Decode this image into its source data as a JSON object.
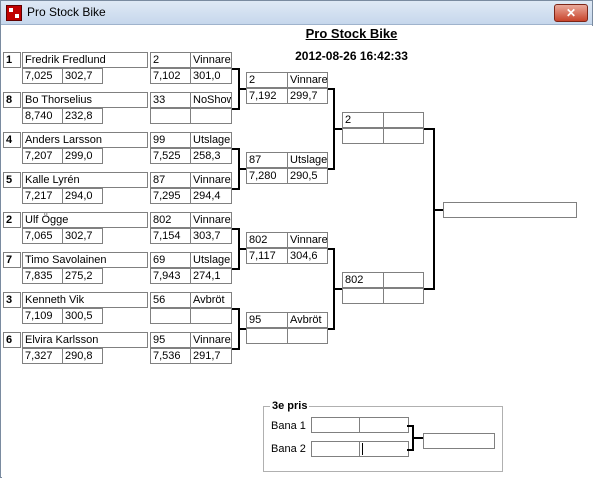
{
  "window": {
    "title": "Pro Stock Bike",
    "close_glyph": "✕"
  },
  "event": {
    "title": "Pro Stock Bike",
    "datetime": "2012-08-26 16:42:33"
  },
  "round1": [
    {
      "seed": "1",
      "name": "Fredrik Fredlund",
      "rt": "7,025",
      "speed": "302,7"
    },
    {
      "seed": "8",
      "name": "Bo Thorselius",
      "rt": "8,740",
      "speed": "232,8"
    },
    {
      "seed": "4",
      "name": "Anders Larsson",
      "rt": "7,207",
      "speed": "299,0"
    },
    {
      "seed": "5",
      "name": "Kalle Lyrén",
      "rt": "7,217",
      "speed": "294,0"
    },
    {
      "seed": "2",
      "name": "Ulf Ögge",
      "rt": "7,065",
      "speed": "302,7"
    },
    {
      "seed": "7",
      "name": "Timo Savolainen",
      "rt": "7,835",
      "speed": "275,2"
    },
    {
      "seed": "3",
      "name": "Kenneth Vik",
      "rt": "7,109",
      "speed": "300,5"
    },
    {
      "seed": "6",
      "name": "Elvira Karlsson",
      "rt": "7,327",
      "speed": "290,8"
    }
  ],
  "round2": [
    {
      "num": "2",
      "status": "Vinnare",
      "et": "7,102",
      "speed": "301,0"
    },
    {
      "num": "33",
      "status": "NoShow",
      "et": "",
      "speed": ""
    },
    {
      "num": "99",
      "status": "Utslagen",
      "et": "7,525",
      "speed": "258,3"
    },
    {
      "num": "87",
      "status": "Vinnare",
      "et": "7,295",
      "speed": "294,4"
    },
    {
      "num": "802",
      "status": "Vinnare",
      "et": "7,154",
      "speed": "303,7"
    },
    {
      "num": "69",
      "status": "Utslagen",
      "et": "7,943",
      "speed": "274,1"
    },
    {
      "num": "56",
      "status": "Avbröt",
      "et": "",
      "speed": ""
    },
    {
      "num": "95",
      "status": "Vinnare",
      "et": "7,536",
      "speed": "291,7"
    }
  ],
  "round3": [
    {
      "num": "2",
      "status": "Vinnare",
      "et": "7,192",
      "speed": "299,7"
    },
    {
      "num": "87",
      "status": "Utslagen",
      "et": "7,280",
      "speed": "290,5"
    },
    {
      "num": "802",
      "status": "Vinnare",
      "et": "7,117",
      "speed": "304,6"
    },
    {
      "num": "95",
      "status": "Avbröt",
      "et": "",
      "speed": ""
    }
  ],
  "semifinal": [
    {
      "num": "2",
      "status": "",
      "et": "",
      "speed": ""
    },
    {
      "num": "802",
      "status": "",
      "et": "",
      "speed": ""
    }
  ],
  "final": {
    "value": ""
  },
  "third_place": {
    "title": "3e pris",
    "lane1_label": "Bana 1",
    "lane2_label": "Bana 2",
    "result": ""
  }
}
